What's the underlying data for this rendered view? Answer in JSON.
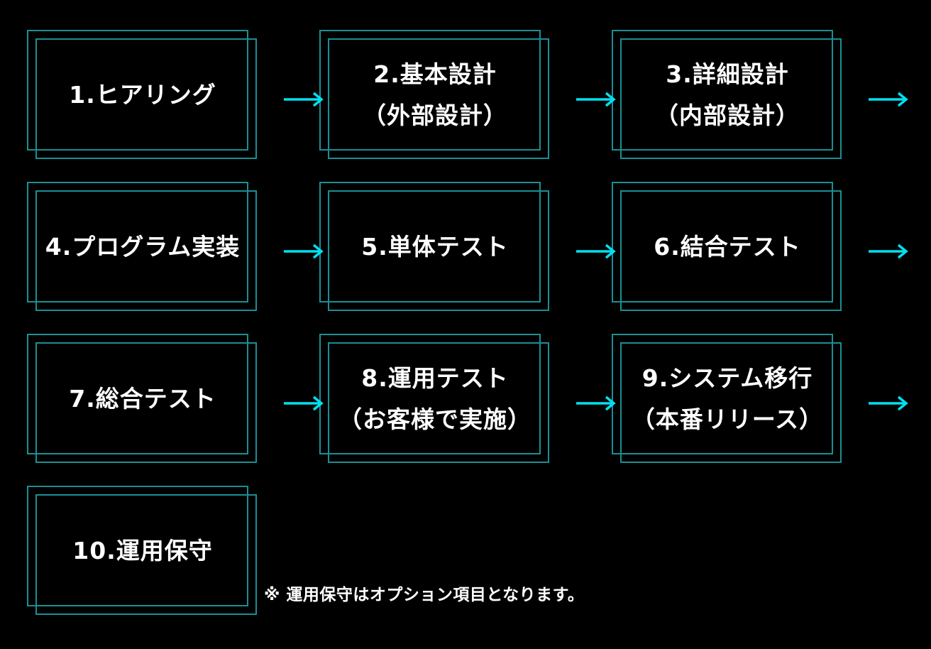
{
  "accent_color": "#1a8f94",
  "arrow_color": "#00e0f0",
  "arrow_icon": "right-arrow-icon",
  "steps": [
    {
      "line1": "1.ヒアリング",
      "line2": ""
    },
    {
      "line1": "2.基本設計",
      "line2": "（外部設計）"
    },
    {
      "line1": "3.詳細設計",
      "line2": "（内部設計）"
    },
    {
      "line1": "4.プログラム実装",
      "line2": ""
    },
    {
      "line1": "5.単体テスト",
      "line2": ""
    },
    {
      "line1": "6.結合テスト",
      "line2": ""
    },
    {
      "line1": "7.総合テスト",
      "line2": ""
    },
    {
      "line1": "8.運用テスト",
      "line2": "（お客様で実施）"
    },
    {
      "line1": "9.システム移行",
      "line2": "（本番リリース）"
    },
    {
      "line1": "10.運用保守",
      "line2": ""
    }
  ],
  "note": "※ 運用保守はオプション項目となります。"
}
